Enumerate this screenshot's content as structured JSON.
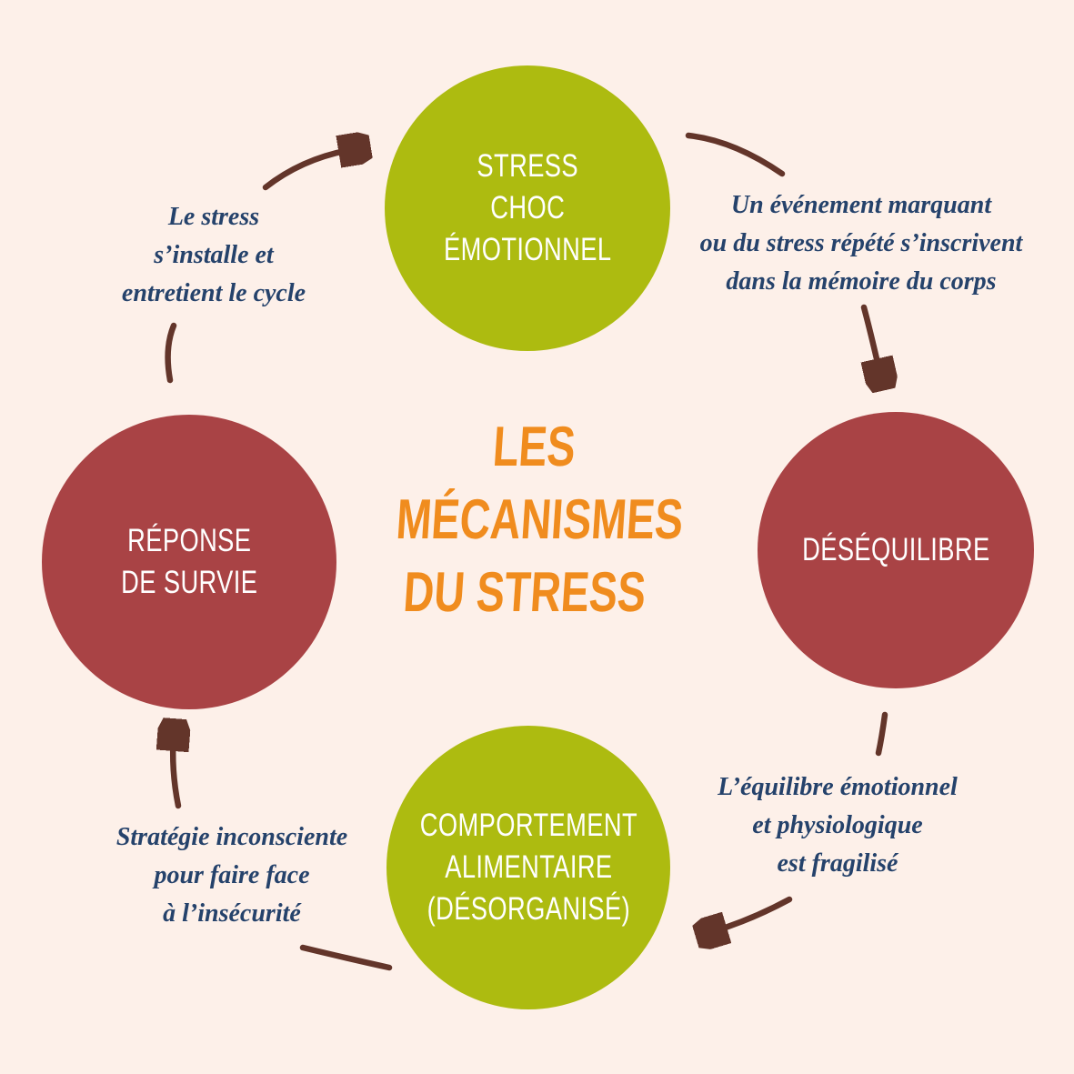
{
  "title": {
    "lines": [
      "LES",
      "MÉCANISMES",
      "DU STRESS"
    ]
  },
  "nodes": {
    "top": {
      "lines": [
        "STRESS",
        "CHOC",
        "ÉMOTIONNEL"
      ]
    },
    "right": {
      "lines": [
        "DÉSÉQUILIBRE"
      ]
    },
    "bottom": {
      "lines": [
        "COMPORTEMENT",
        "ALIMENTAIRE",
        "(DÉSORGANISÉ)"
      ]
    },
    "left": {
      "lines": [
        "RÉPONSE",
        "DE SURVIE"
      ]
    }
  },
  "annotations": {
    "top_left": {
      "lines": [
        "Le stress",
        "s’installe et",
        "entretient le cycle"
      ]
    },
    "top_right": {
      "lines": [
        "Un événement marquant",
        "ou du stress répété s’inscrivent",
        "dans la mémoire du corps"
      ]
    },
    "bottom_right": {
      "lines": [
        "L’équilibre émotionnel",
        "et physiologique",
        "est fragilisé"
      ]
    },
    "bottom_left": {
      "lines": [
        "Stratégie inconsciente",
        "pour faire face",
        "à l’insécurité"
      ]
    }
  },
  "colors": {
    "background": "#fdf0e9",
    "node_green": "#adbb10",
    "node_maroon": "#a94345",
    "node_text": "#ffffff",
    "title_orange": "#f08c1e",
    "annotation_navy": "#25426b",
    "arrow_brown": "#63352a"
  }
}
